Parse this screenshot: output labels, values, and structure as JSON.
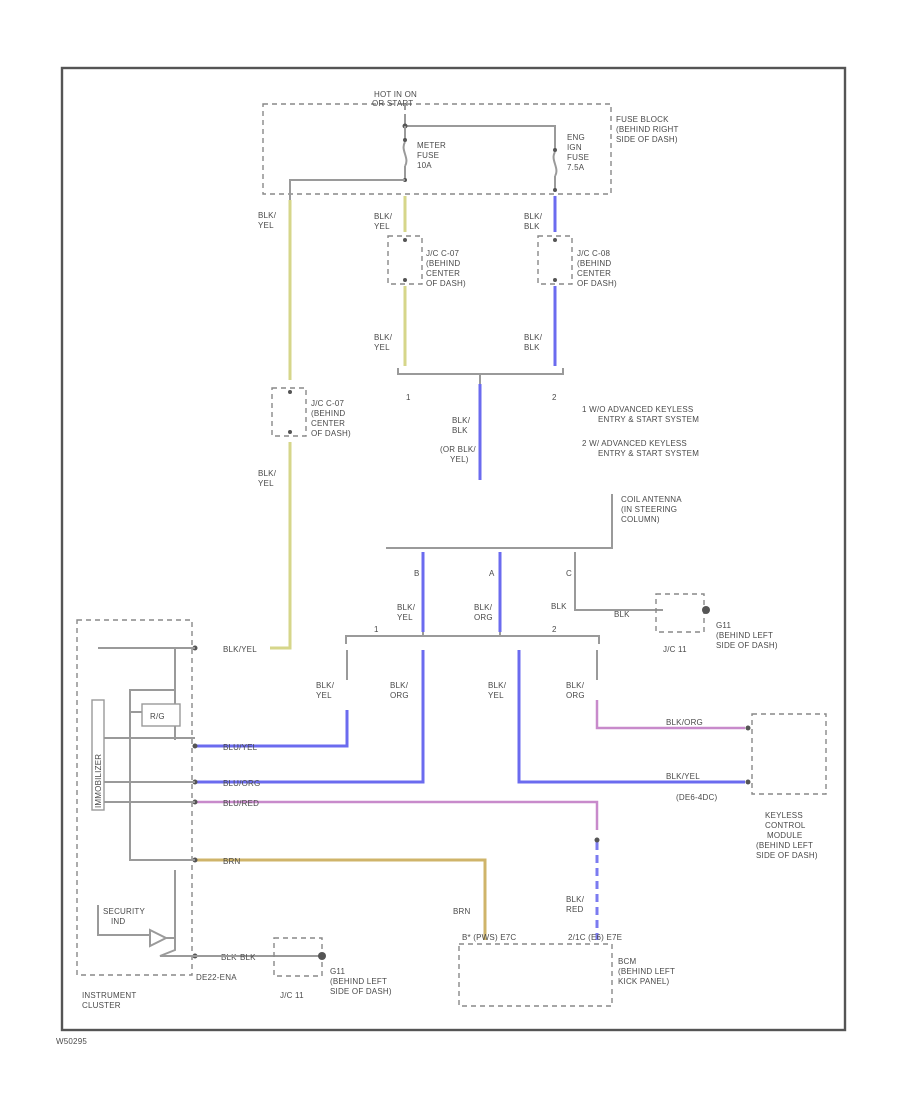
{
  "fuse_block": {
    "hot_label": [
      "HOT IN ON",
      "OR START"
    ],
    "label": [
      "FUSE BLOCK",
      "(BEHIND RIGHT",
      "SIDE OF DASH)"
    ],
    "meter_fuse": [
      "METER",
      "FUSE",
      "10A"
    ],
    "eng_fuse": [
      "ENG",
      "IGN",
      "FUSE",
      "7.5A"
    ]
  },
  "wires": {
    "blk_yel": [
      "BLK/",
      "YEL"
    ],
    "blk_blk": [
      "BLK/",
      "BLK"
    ],
    "blk_blk_or": [
      "BLK/",
      "BLK",
      "(OR BLK/",
      "YEL)"
    ],
    "blk_org": [
      "BLK/",
      "ORG"
    ],
    "blk": "BLK",
    "brn": "BRN",
    "blk_red": [
      "BLK/",
      "RED"
    ]
  },
  "junctions": {
    "jc_left": [
      "J/C C-07",
      "(BEHIND",
      "CENTER",
      "OF DASH)"
    ],
    "jc_mid": [
      "J/C C-07",
      "(BEHIND",
      "CENTER",
      "OF DASH)"
    ],
    "jc_right": [
      "J/C C-08",
      "(BEHIND",
      "CENTER",
      "OF DASH)"
    ],
    "jc11": "J/C 11"
  },
  "notes": {
    "n1": "1",
    "n2": "2",
    "note1": [
      "1   W/O ADVANCED KEYLESS",
      "ENTRY & START SYSTEM"
    ],
    "note2": [
      "2   W/ ADVANCED KEYLESS",
      "ENTRY & START SYSTEM"
    ]
  },
  "coil_antenna": {
    "label": [
      "COIL ANTENNA",
      "(IN STEERING",
      "COLUMN)"
    ],
    "pins": [
      "B",
      "A",
      "C"
    ],
    "split": [
      "1",
      "2"
    ]
  },
  "grounds": {
    "g1": [
      "G11",
      "(BEHIND LEFT",
      "SIDE OF DASH)"
    ],
    "g2": [
      "G11",
      "(BEHIND LEFT",
      "SIDE OF DASH)"
    ]
  },
  "keyless": {
    "label": [
      "KEYLESS",
      "CONTROL",
      "MODULE",
      "(BEHIND LEFT",
      "SIDE OF DASH)"
    ],
    "conn": "(DE6-4DC)",
    "pin_org": "BLK/ORG",
    "pin_yel": "BLK/YEL"
  },
  "cluster": {
    "label": [
      "INSTRUMENT",
      "CLUSTER"
    ],
    "security": [
      "SECURITY",
      "IND"
    ],
    "conn": "DE22-ENA",
    "inner_label": "IMMOBILIZER",
    "pins": [
      "BLK/YEL",
      "BLU/YEL",
      "BLU/ORG",
      "BLU/RED",
      "BRN",
      "BLK"
    ],
    "res": "R/G"
  },
  "bcm": {
    "label": [
      "BCM",
      "(BEHIND LEFT",
      "KICK PANEL)"
    ],
    "conn_left": "B* (PWS) E7C",
    "conn_right": "2/1C (E6) E7E"
  },
  "footer": {
    "code": "W50295"
  }
}
